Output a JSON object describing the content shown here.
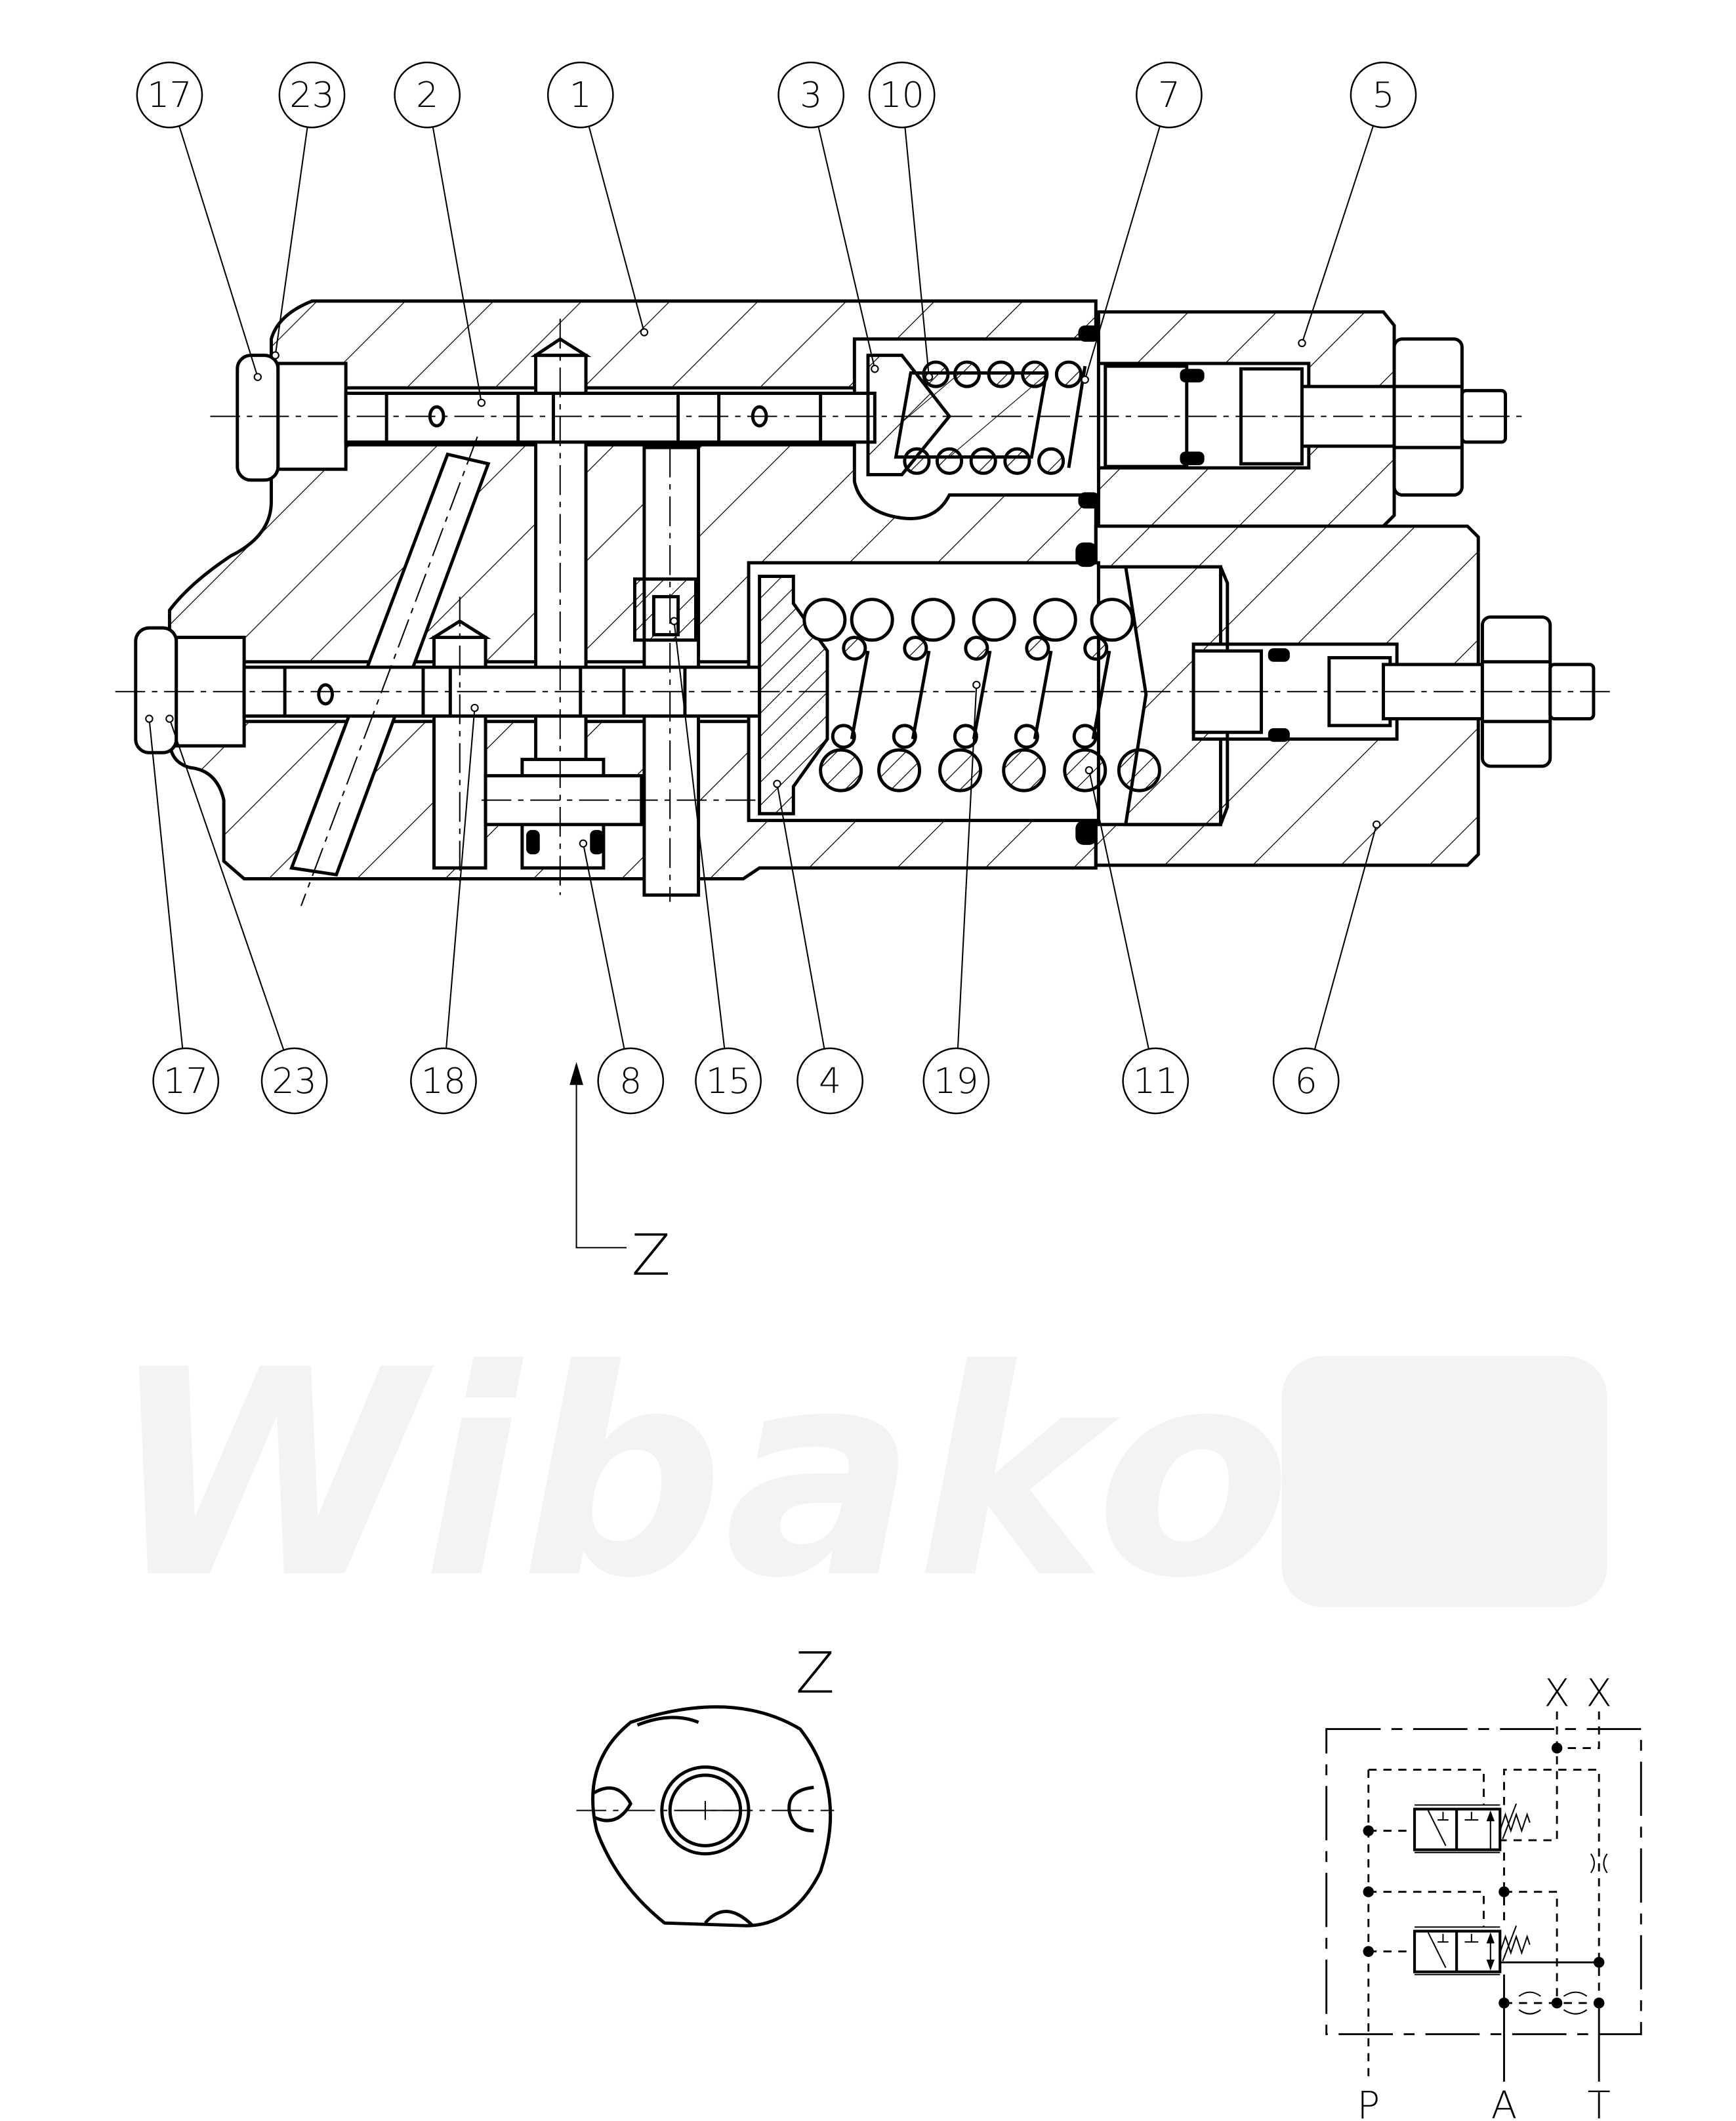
{
  "watermark": "Wibako",
  "balloons_top": [
    "17",
    "23",
    "2",
    "1",
    "3",
    "10",
    "7",
    "5"
  ],
  "balloons_bottom": [
    "17",
    "23",
    "18",
    "8",
    "15",
    "4",
    "19",
    "11",
    "6"
  ],
  "view_marker_label": "Z",
  "detail_view_label": "Z",
  "schematic": {
    "pilot_ports": [
      "X",
      "X"
    ],
    "ports": [
      "P",
      "A",
      "T"
    ]
  }
}
